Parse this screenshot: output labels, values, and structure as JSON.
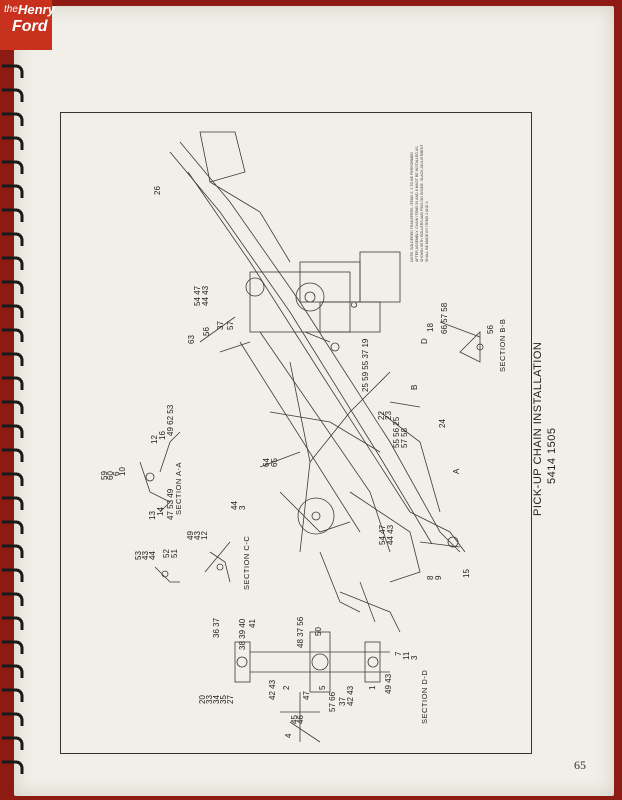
{
  "logo": {
    "the": "the",
    "henry": "Henry",
    "ford": "Ford"
  },
  "drawing": {
    "title": "PICK-UP CHAIN INSTALLATION",
    "subtitle": "5414 1505",
    "sections": {
      "a": "SECTION A-A",
      "b": "SECTION B-B",
      "c": "SECTION C-C",
      "d": "SECTION D-D"
    },
    "callouts": {
      "c26": "26",
      "c6375": "63",
      "c56": "56",
      "c37": "37",
      "c57": "57",
      "c5447": "54 47",
      "c4443": "44 43",
      "c18": "18",
      "c665758": "66 57 58",
      "c56b": "56",
      "c59": "59",
      "c60": "60",
      "c6": "6",
      "c10": "10",
      "c12": "12",
      "c16": "16",
      "c496253": "49 62 53",
      "c13": "13",
      "c14": "14",
      "c4750": "47 53 49",
      "c6465": "64",
      "c65": "65",
      "c255": "25 59 55 37 19",
      "c22": "22",
      "c23": "23",
      "c5556": "55 56 25",
      "c5758": "57 58",
      "c24": "24",
      "c53": "53",
      "c43": "43",
      "c44": "44",
      "c52": "52",
      "c51": "51",
      "c49": "49",
      "c43b": "43",
      "c12b": "12",
      "c44b": "44",
      "c3": "3",
      "c5447b": "54 47",
      "c4443b": "44 43",
      "c8": "8",
      "c9": "9",
      "c15": "15",
      "c3637": "36 37",
      "c383940": "38 39 40",
      "c41": "41",
      "c483756": "48 37 56",
      "c50": "50",
      "c7": "7",
      "c11": "11",
      "c3b": "3",
      "c20": "20",
      "c33": "33",
      "c34": "34",
      "c35": "35",
      "c27": "27",
      "c4243": "42 43",
      "c2": "2",
      "c5": "5",
      "c45": "45",
      "c46": "46",
      "c47": "47",
      "c5766": "57 66",
      "c37b": "37",
      "c4243b": "42 43",
      "c4b": "4",
      "c4943": "49 43",
      "c1": "1",
      "cA": "A",
      "cB": "B",
      "cC": "C",
      "cD": "D"
    },
    "notes": "NOTE: SOLDERED TRANSFERS, ITEMS 2, 3 TO BE PERFORMED AFTER ASSEMBLY. CHAIN ITEMS 54 AND 8 MUST BE INSTALLED AS SHOWN WITH ROLLERS AND PINS ON INSIDE. SLACK ADJUSTMENT SHALL BE MADE BY ITEMS 2 AND 3."
  },
  "page_number": "65"
}
